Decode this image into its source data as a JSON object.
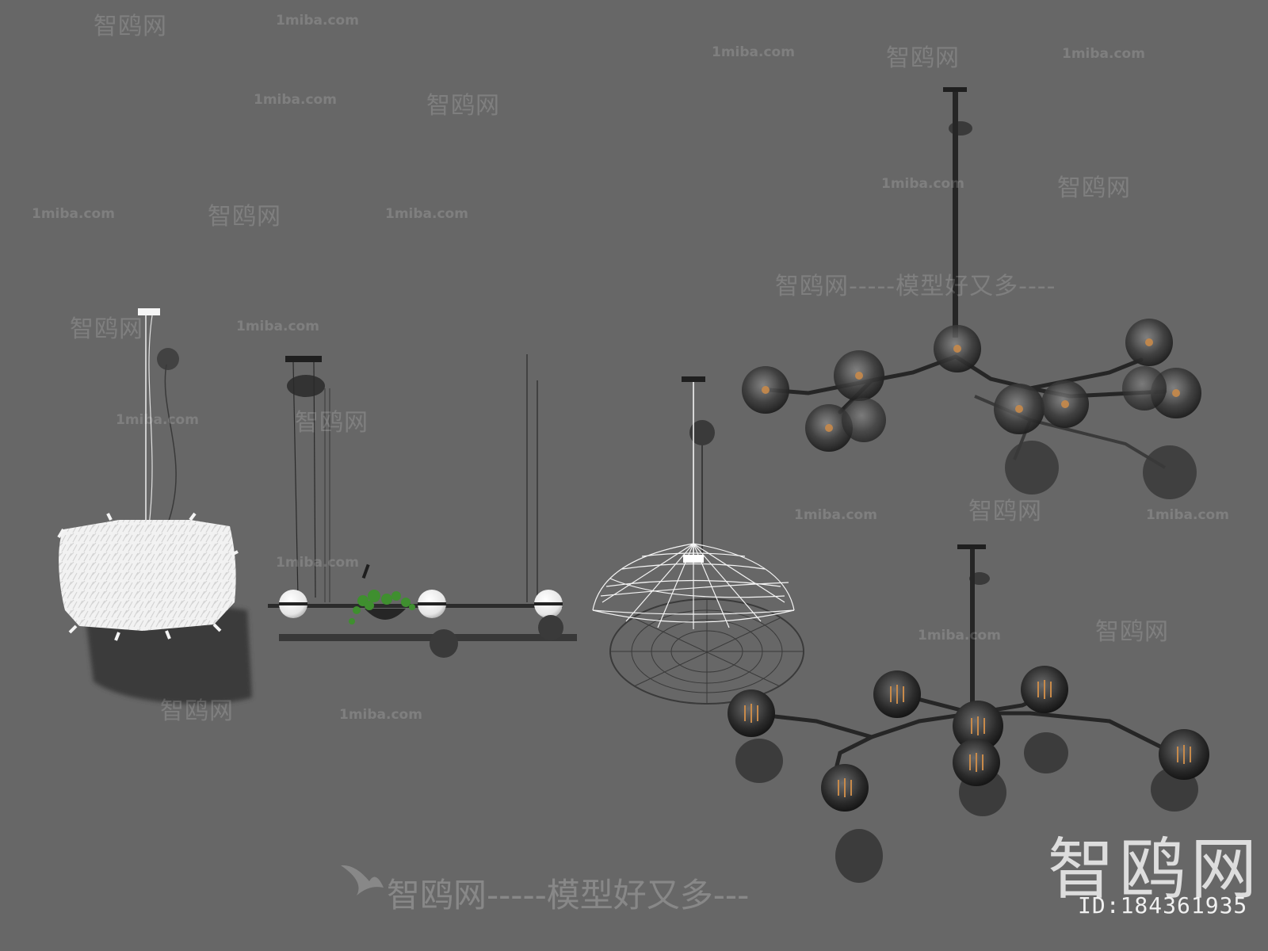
{
  "watermarks": {
    "site_cn": "智鸥网",
    "site_domain": "1miba.com",
    "dash_line": "------",
    "slogan": "智鸥网-----模型好又多---",
    "slogan_upper": "智鸥网-----模型好又多----"
  },
  "branding": {
    "logo_text": "智鸥网",
    "id_label": "ID:184361935"
  },
  "colors": {
    "background": "#676767",
    "shadow": "#3a3a3a",
    "fixture_dark": "#262626",
    "feather_white": "#f4f4f4",
    "glass_smoke": "#3c3c3c",
    "filament_amber": "#c88a4a",
    "plant_green": "#3f8f2f"
  },
  "objects": [
    "feather-drum-pendant",
    "linear-pendant-with-globes-and-planter",
    "wire-dome-pendant",
    "glass-globe-branch-chandelier",
    "smoked-globe-branch-chandelier"
  ]
}
